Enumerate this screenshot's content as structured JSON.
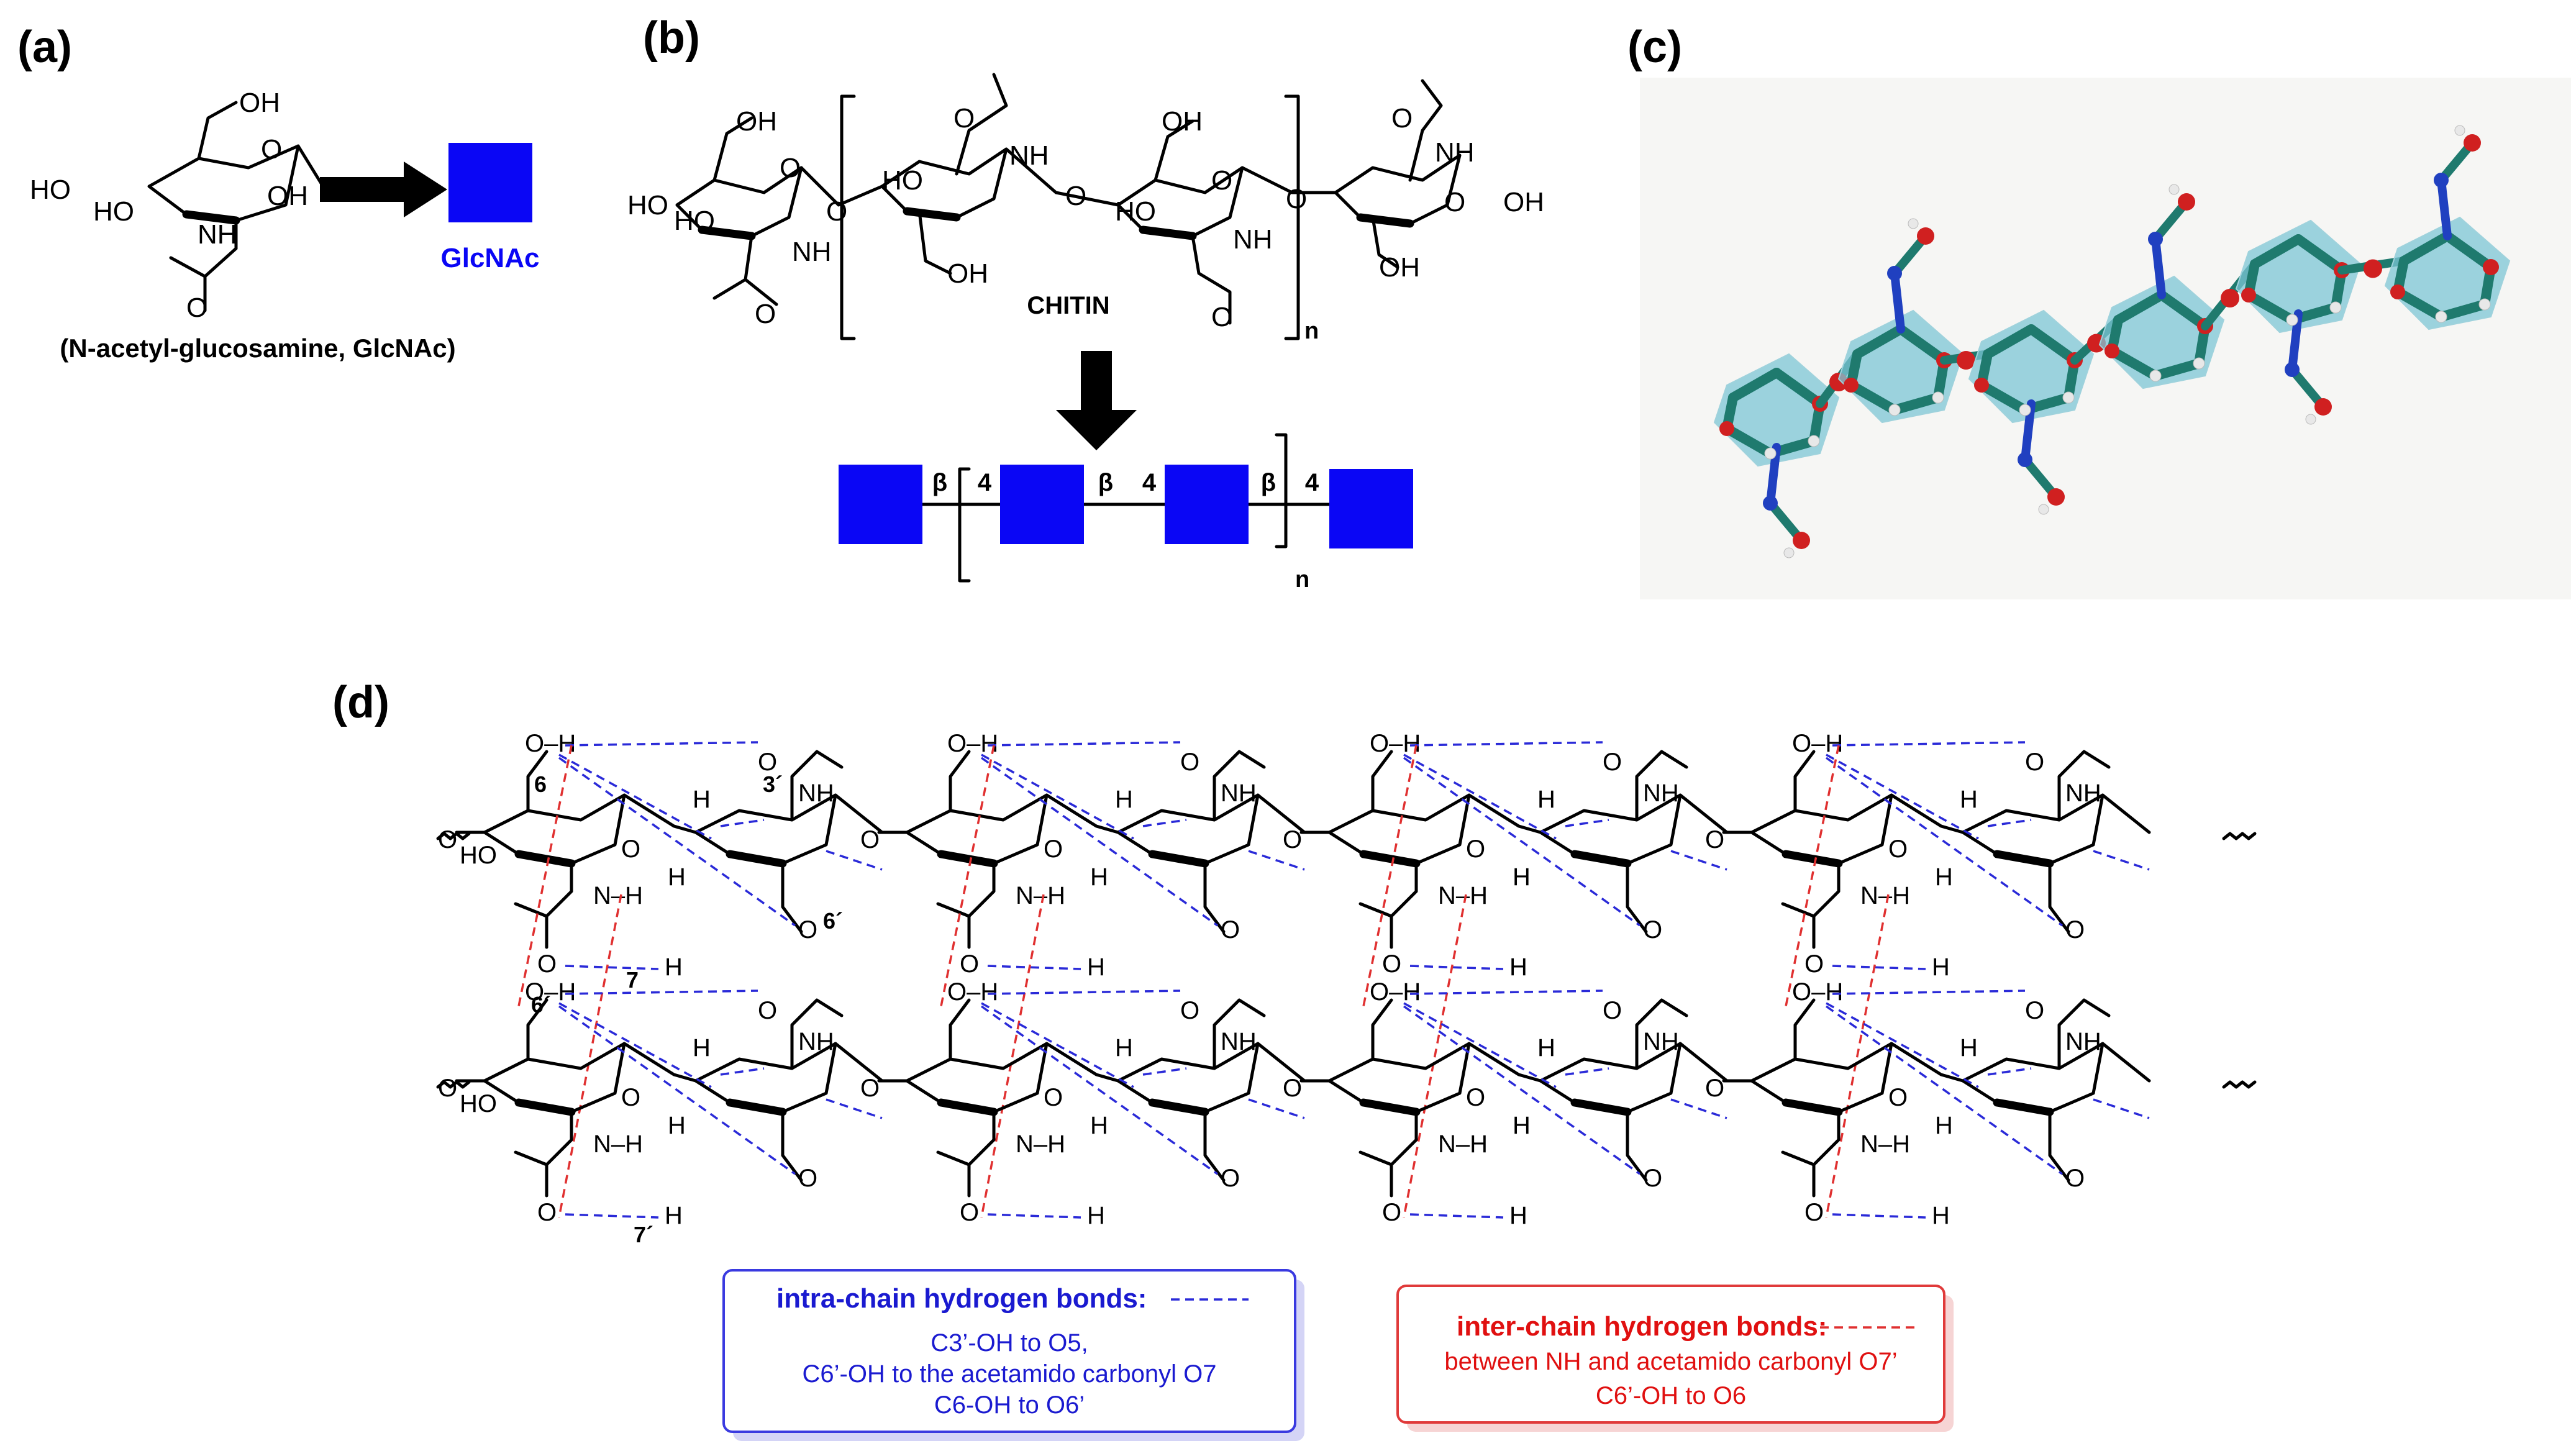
{
  "panels": {
    "a": {
      "label": "(a)",
      "atoms": {
        "oh_top": "OH",
        "ho_left": "HO",
        "ho_lower": "HO",
        "ring_o": "O",
        "oh_right": "OH",
        "nh": "NH",
        "carbonyl_o": "O"
      },
      "symbol_name": "GlcNAc",
      "caption": "(N-acetyl-glucosamine, GlcNAc)",
      "colors": {
        "glcnac": "#0a06f5"
      }
    },
    "b": {
      "label": "(b)",
      "title": "CHITIN",
      "repeat_n": "n",
      "atoms": {
        "oh": "OH",
        "ho": "HO",
        "o": "O",
        "nh": "NH"
      },
      "linkages": {
        "beta": "β",
        "four": "4"
      }
    },
    "c": {
      "label": "(c)",
      "colors": {
        "carbon": "#1f7a6e",
        "oxygen": "#d02020",
        "nitrogen": "#2040c0",
        "hydrogen": "#e8e8e8",
        "ring_fill": "#7cc6d6"
      }
    },
    "d": {
      "label": "(d)",
      "atoms": {
        "oh": "OH",
        "ho": "HO",
        "o": "O",
        "h": "H",
        "nh": "NH",
        "n_h": "N–H",
        "o_h": "O–H"
      },
      "position_labels": {
        "c6": "6",
        "c3p": "3´",
        "c6p": "6´",
        "c7": "7",
        "c6p_lower": "6´",
        "c7p": "7´"
      }
    }
  },
  "legend": {
    "intra": {
      "title": "intra-chain hydrogen bonds:",
      "lines": [
        "C3’-OH to O5,",
        "C6’-OH to the acetamido carbonyl O7",
        "C6-OH to O6’"
      ],
      "color": "#1a1ad0"
    },
    "inter": {
      "title": "inter-chain hydrogen bonds:",
      "lines": [
        "between NH and acetamido carbonyl O7’",
        "C6’-OH to O6"
      ],
      "color": "#e01010"
    }
  }
}
